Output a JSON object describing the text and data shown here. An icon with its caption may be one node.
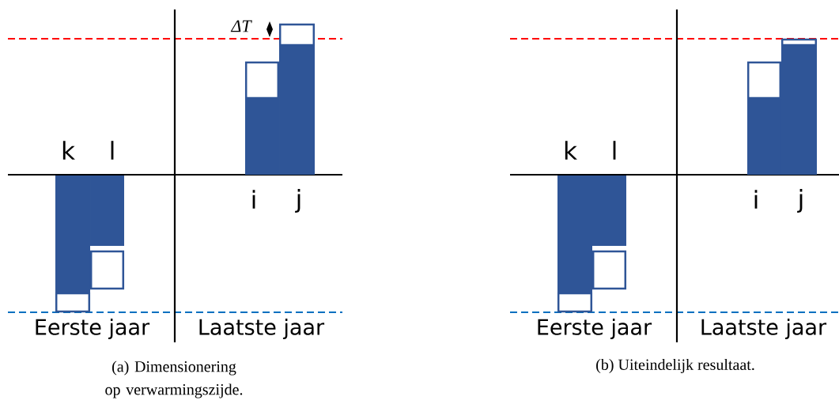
{
  "diagram": {
    "labels": [
      "ΔT",
      "k",
      "l",
      "i",
      "j",
      "Eerste jaar",
      "Laatste jaar",
      "(a) Dimensionering op verwarmingszijde.",
      "k",
      "l",
      "i",
      "j",
      "Eerste jaar",
      "Laatste jaar",
      "(b) Uiteindelijk resultaat."
    ]
  }
}
